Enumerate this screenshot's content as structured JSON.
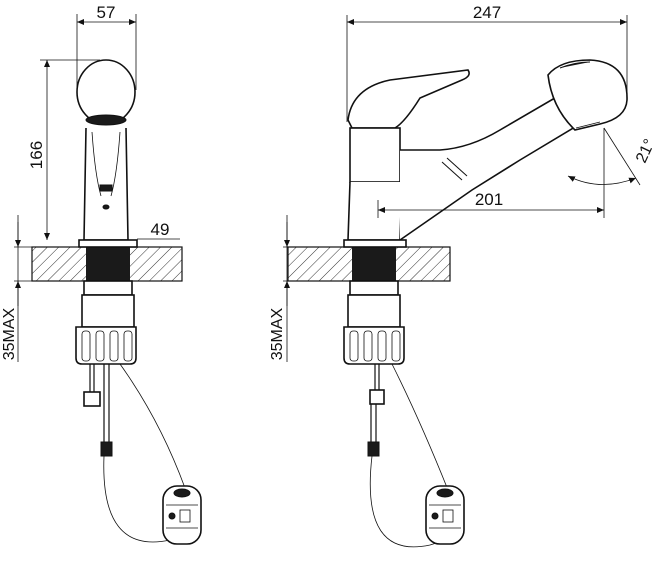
{
  "dimensions": {
    "front_width": "57",
    "front_height": "166",
    "base_width": "49",
    "countertop_max_left": "35MAX",
    "side_length": "247",
    "spout_reach": "201",
    "spout_angle": "21°",
    "countertop_max_right": "35MAX"
  }
}
